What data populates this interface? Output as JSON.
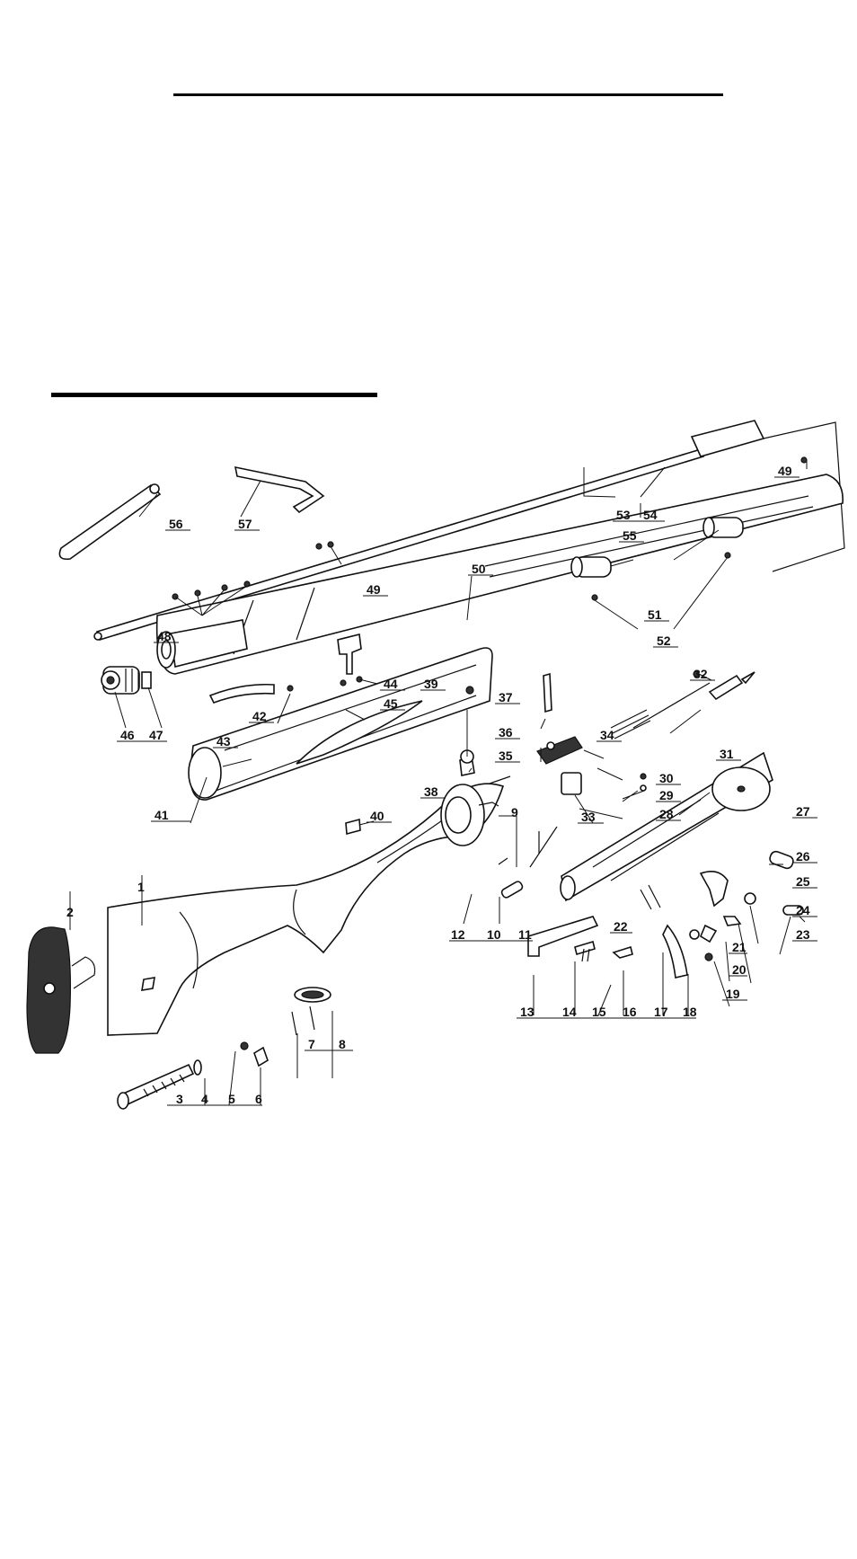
{
  "diagram": {
    "part_numbers": [
      "1",
      "2",
      "3",
      "4",
      "5",
      "6",
      "7",
      "8",
      "9",
      "10",
      "11",
      "12",
      "13",
      "14",
      "15",
      "16",
      "17",
      "18",
      "19",
      "20",
      "21",
      "22",
      "23",
      "24",
      "25",
      "26",
      "27",
      "28",
      "29",
      "30",
      "31",
      "32",
      "33",
      "34",
      "35",
      "36",
      "37",
      "38",
      "39",
      "40",
      "41",
      "42",
      "43",
      "44",
      "45",
      "46",
      "47",
      "48",
      "49",
      "49",
      "50",
      "51",
      "52",
      "53",
      "54",
      "55",
      "56",
      "57"
    ]
  }
}
